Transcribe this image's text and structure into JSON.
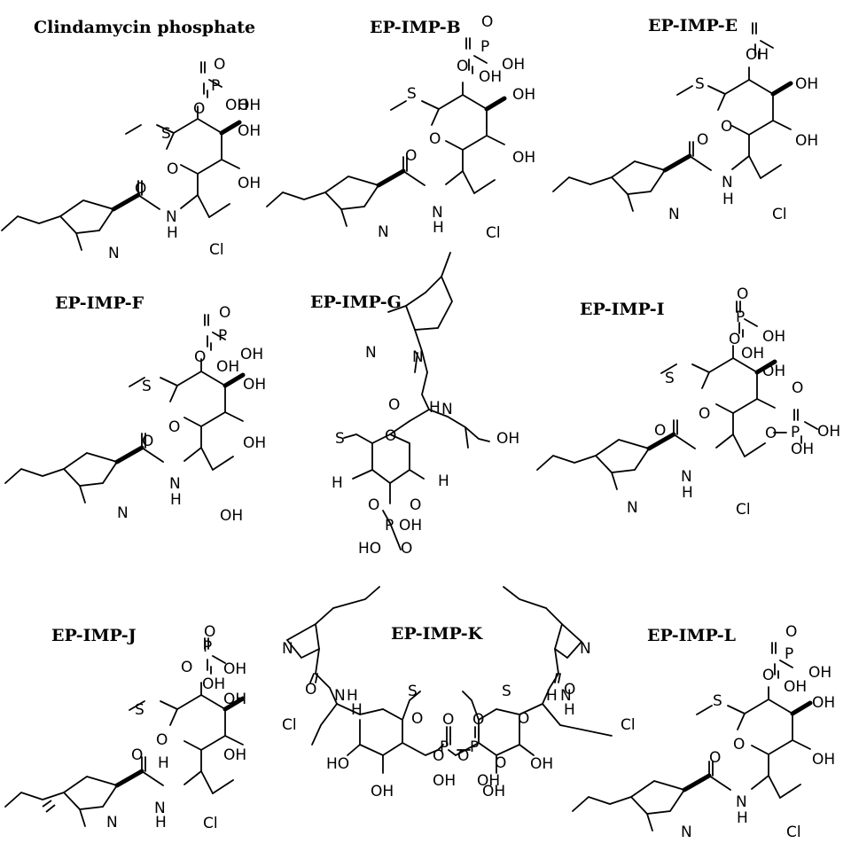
{
  "titles": {
    "clindamycin_phosphate": "Clindamycin phosphate",
    "ep_imp_b": "EP-IMP-B",
    "ep_imp_e": "EP-IMP-E",
    "ep_imp_f": "EP-IMP-F",
    "ep_imp_g": "EP-IMP-G",
    "ep_imp_i": "EP-IMP-I",
    "ep_imp_j": "EP-IMP-J",
    "ep_imp_k": "EP-IMP-K",
    "ep_imp_l": "EP-IMP-L"
  },
  "atoms": {
    "O": "O",
    "P": "P",
    "S": "S",
    "N": "N",
    "H": "H",
    "OH": "OH",
    "HO": "HO",
    "Cl": "Cl"
  }
}
